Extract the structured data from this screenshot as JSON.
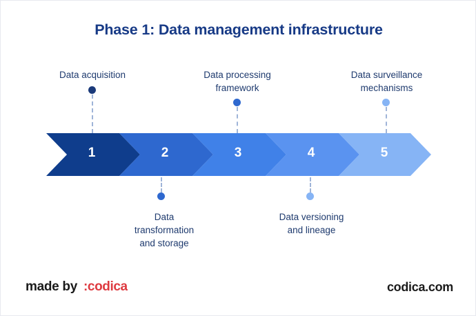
{
  "title": "Phase 1: Data management infrastructure",
  "colors": {
    "segment_1": "#0f3d8c",
    "segment_2": "#2e68cf",
    "segment_3": "#4081e8",
    "segment_4": "#5a93f0",
    "segment_5": "#86b4f5",
    "title": "#173a86",
    "label": "#1e3a6e",
    "dash": "#9fb4d8",
    "brand_red": "#de3a40",
    "footer_text": "#1a1a1a"
  },
  "chart_data": {
    "type": "diagram",
    "subtype": "chevron-process-arrow",
    "title": "Phase 1: Data management infrastructure",
    "step_count": 5,
    "steps": [
      {
        "number": "1",
        "label": "Data acquisition",
        "label_position": "above",
        "color": "#0f3d8c"
      },
      {
        "number": "2",
        "label": "Data transformation and storage",
        "label_position": "below",
        "color": "#2e68cf"
      },
      {
        "number": "3",
        "label": "Data processing framework",
        "label_position": "above",
        "color": "#4081e8"
      },
      {
        "number": "4",
        "label": "Data versioning and lineage",
        "label_position": "below",
        "color": "#5a93f0"
      },
      {
        "number": "5",
        "label": "Data surveillance mechanisms",
        "label_position": "above",
        "color": "#86b4f5"
      }
    ]
  },
  "steps": {
    "s1": {
      "number": "1",
      "line1": "Data acquisition"
    },
    "s2": {
      "number": "2",
      "line1": "Data",
      "line2": "transformation",
      "line3": "and storage"
    },
    "s3": {
      "number": "3",
      "line1": "Data processing",
      "line2": "framework"
    },
    "s4": {
      "number": "4",
      "line1": "Data versioning",
      "line2": "and lineage"
    },
    "s5": {
      "number": "5",
      "line1": "Data surveillance",
      "line2": "mechanisms"
    }
  },
  "footer": {
    "made_by": "made by",
    "logo": ":codica",
    "site": "codica.com"
  }
}
